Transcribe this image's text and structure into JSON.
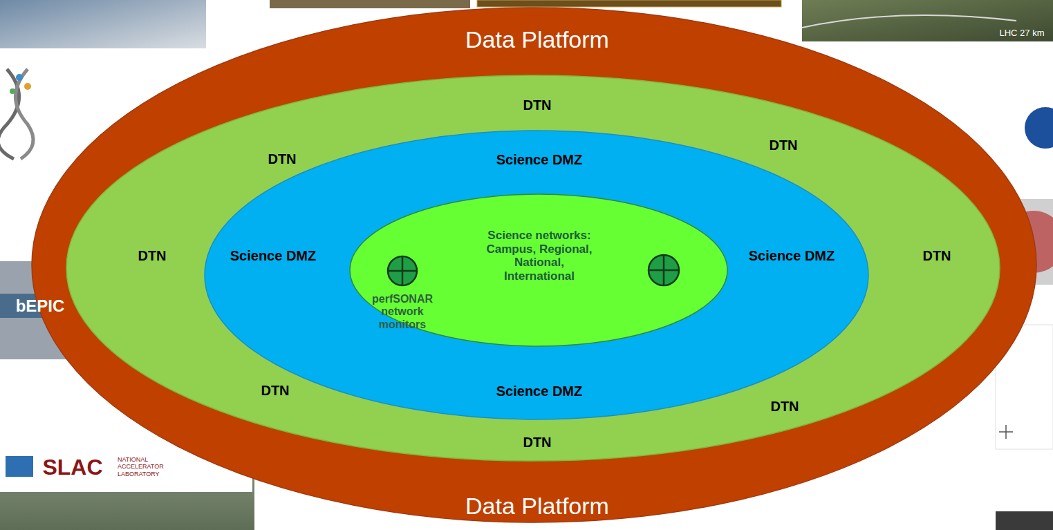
{
  "diagram": {
    "nodes": [
      {
        "text": [
          "Data Platform",
          "Data Platform"
        ]
      },
      {
        "text": [
          "DTN",
          "DTN",
          "DTN",
          "DTN",
          "DTN",
          "DTN",
          "DTN",
          "DTN"
        ],
        "in": 0
      },
      {
        "text": [
          "Science DMZ",
          "Science DMZ",
          "Science DMZ",
          "Science DMZ"
        ],
        "in": 1
      },
      {
        "text": [
          "Science networks: Campus, Regional, National, International"
        ],
        "in": 2
      },
      {
        "text": [
          "perfSONAR network monitors"
        ],
        "in": 3
      }
    ],
    "labels": [
      "LHC 27 km",
      "bEPIC",
      "SLAC",
      "NATIONAL ACCELERATOR LABORATORY"
    ]
  }
}
